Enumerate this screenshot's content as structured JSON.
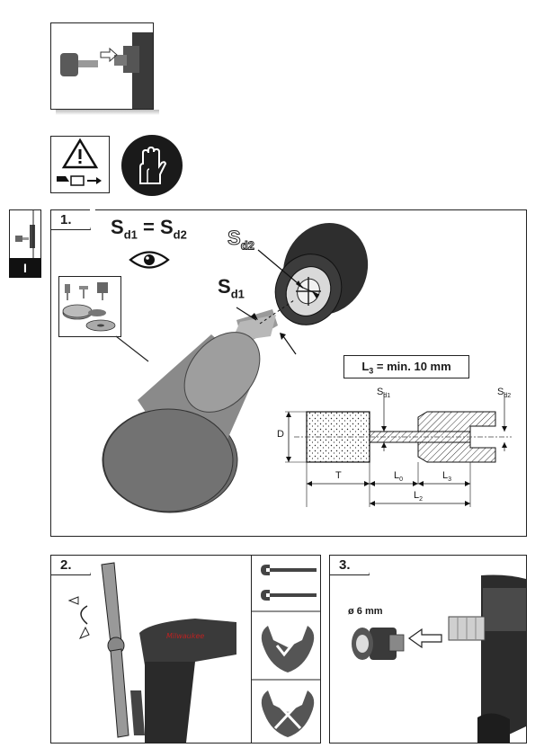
{
  "side_tab": {
    "letter": "I"
  },
  "step1": {
    "number": "1.",
    "formula": {
      "left_main": "S",
      "left_sub": "d1",
      "equals": "=",
      "right_main": "S",
      "right_sub": "d2"
    },
    "label_sd1": {
      "main": "S",
      "sub": "d1"
    },
    "label_sd2": {
      "main": "S",
      "sub": "d2"
    },
    "note": {
      "prefix": "L",
      "sub": "3",
      "text": " = min. 10 mm"
    },
    "diagram": {
      "sd1": {
        "main": "S",
        "sub": "d1"
      },
      "sd2": {
        "main": "S",
        "sub": "d2"
      },
      "d": "D",
      "t": "T",
      "l0": {
        "main": "L",
        "sub": "0"
      },
      "l2": {
        "main": "L",
        "sub": "2"
      },
      "l3": {
        "main": "L",
        "sub": "3"
      }
    }
  },
  "step2": {
    "number": "2."
  },
  "step3": {
    "number": "3.",
    "diameter": "ø 6 mm"
  },
  "colors": {
    "line": "#222222",
    "tool_gray": "#6f6f6f",
    "dark": "#2a2a2a"
  }
}
